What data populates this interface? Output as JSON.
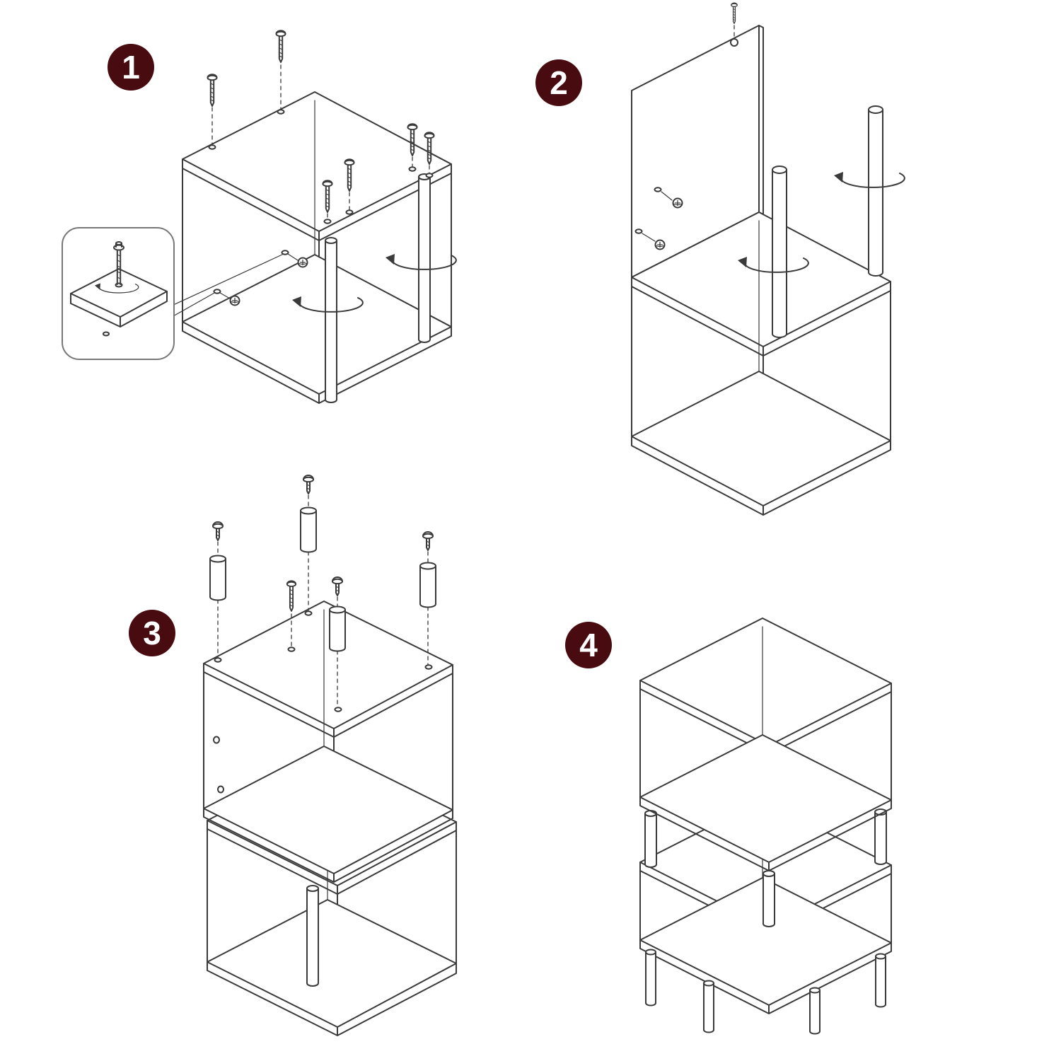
{
  "page": {
    "background": "#ffffff",
    "badge_color": "#470b10",
    "badge_text_color": "#ffffff",
    "line_color": "#3a3a3a"
  },
  "steps": [
    {
      "number": "1"
    },
    {
      "number": "2"
    },
    {
      "number": "3"
    },
    {
      "number": "4"
    }
  ]
}
